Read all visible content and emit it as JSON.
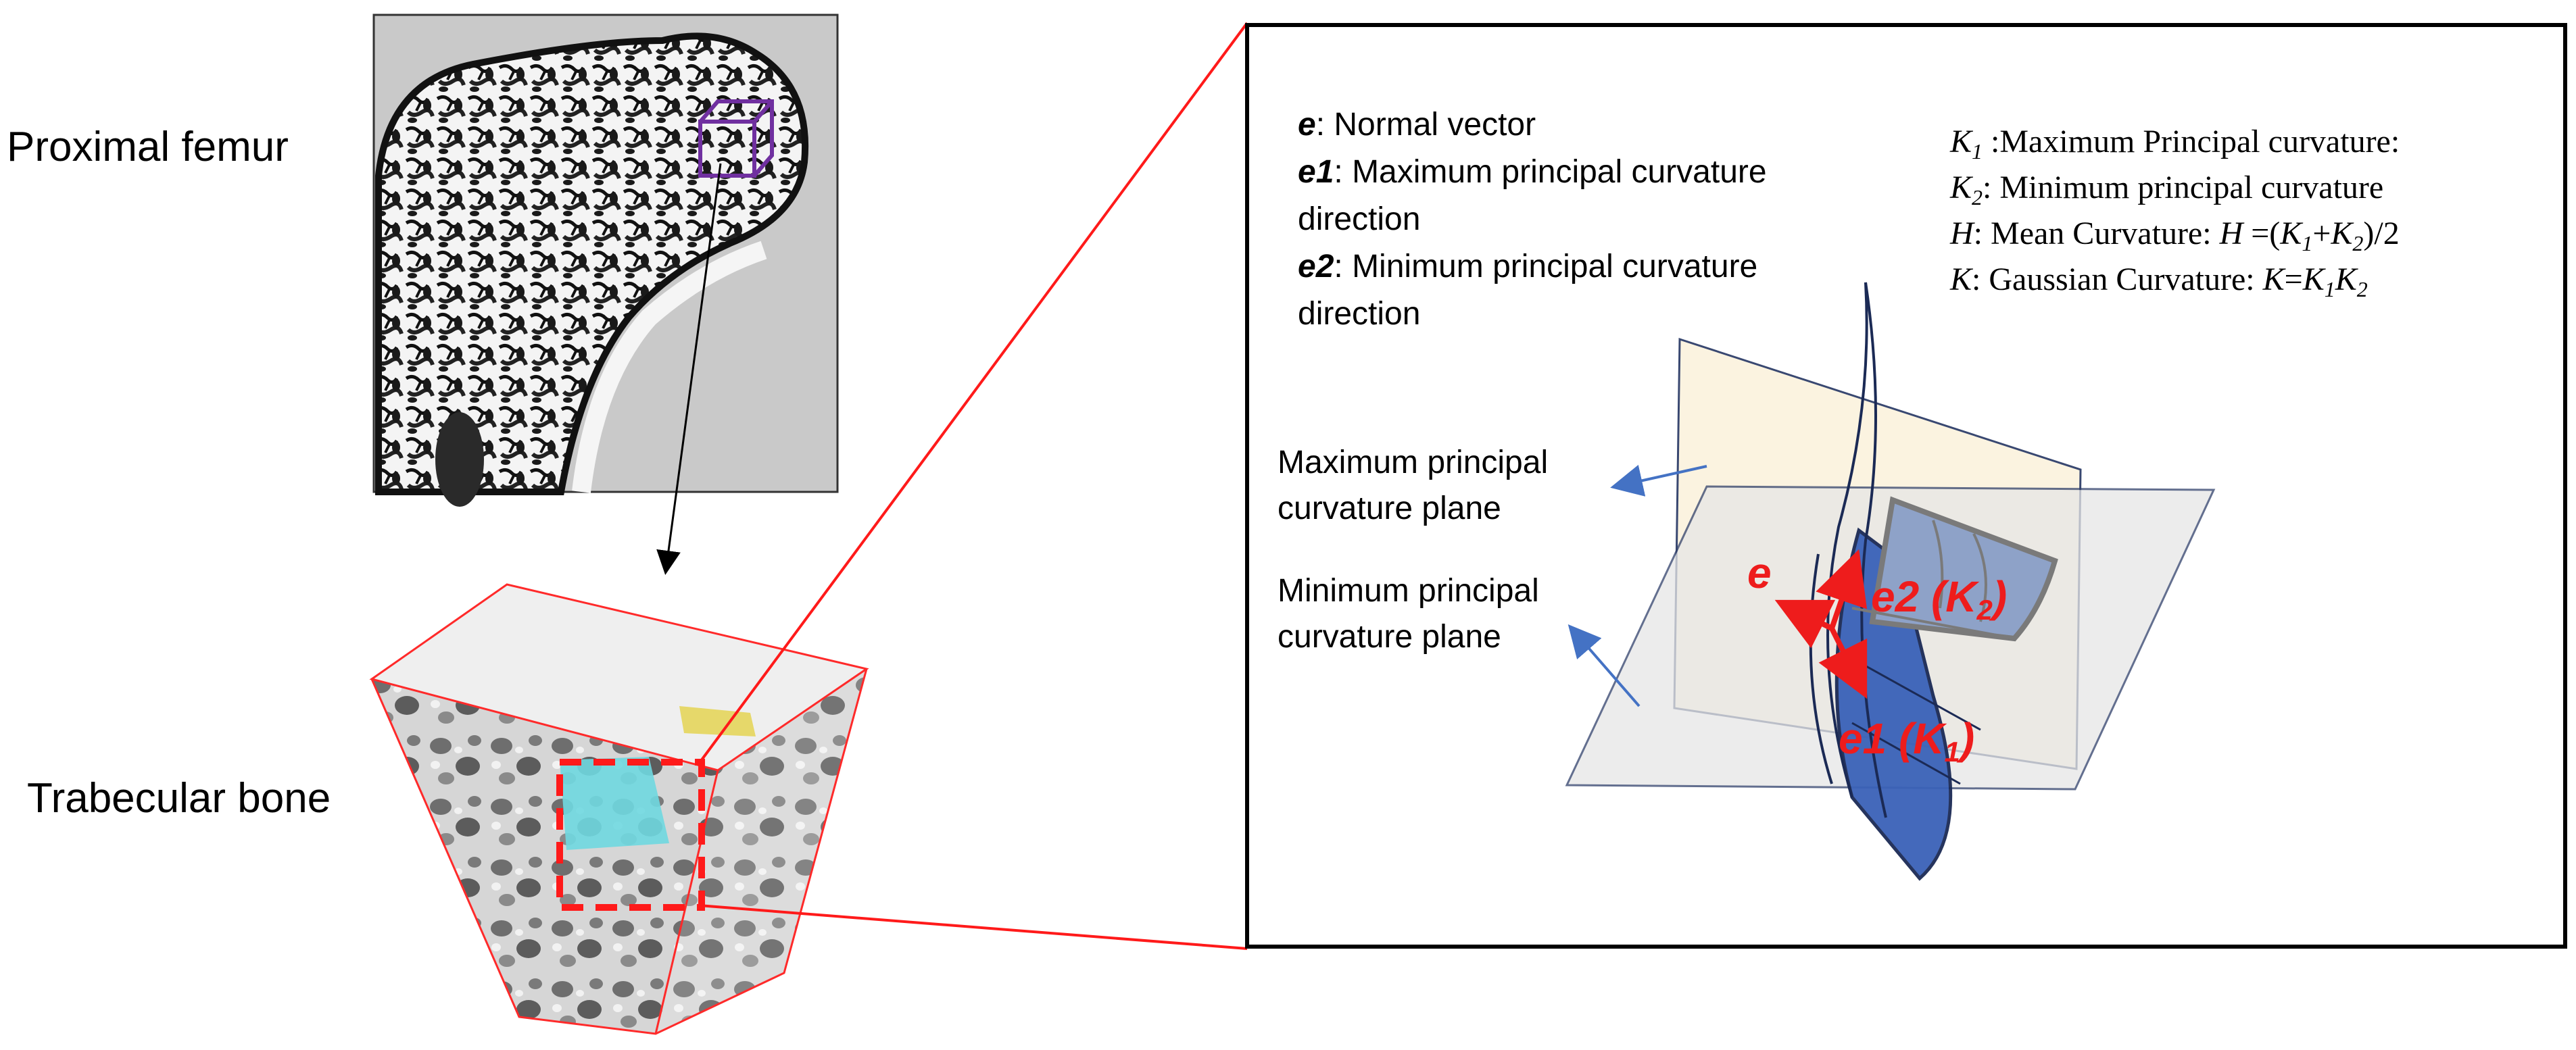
{
  "left_panel": {
    "femur_label": "Proximal femur",
    "trabecular_label": "Trabecular bone"
  },
  "legend_vectors": {
    "e_sym": "e",
    "e_text": ": Normal vector",
    "e1_sym": "e1",
    "e1_text_line1": ": Maximum principal curvature",
    "e1_text_line2": "direction",
    "e2_sym": "e2",
    "e2_text_line1": ": Minimum principal curvature",
    "e2_text_line2": "direction"
  },
  "legend_curvatures": {
    "k1_sym": "K",
    "k1_sub": "1",
    "k1_text": " :Maximum Principal curvature:",
    "k2_sym": "K",
    "k2_sub": "2",
    "k2_text": ": Minimum principal curvature",
    "h_sym": "H",
    "h_text": ": Mean Curvature: ",
    "h_formula_a": "H",
    "h_formula_b": " =(",
    "h_formula_k1": "K",
    "h_formula_1": "1",
    "h_formula_plus": "+",
    "h_formula_k2": "K",
    "h_formula_2": "2",
    "h_formula_end": ")/2",
    "k_sym": "K",
    "k_text": ": Gaussian Curvature: ",
    "k_formula_a": "K",
    "k_formula_eq": "=",
    "k_formula_k1": "K",
    "k_formula_1": "1",
    "k_formula_k2": "K",
    "k_formula_2": "2"
  },
  "plane_labels": {
    "max_line1": "Maximum principal",
    "max_line2": "curvature plane",
    "min_line1": "Minimum principal",
    "min_line2": "curvature plane"
  },
  "vector_labels": {
    "e": "e",
    "e2": "e2 (K",
    "e2_sub": "2",
    "e2_end": ")",
    "e1": "e1 (K",
    "e1_sub": "1",
    "e1_end": ")"
  },
  "colors": {
    "zoom_lines": "#ff1a1a",
    "roi_box": "#7030a0",
    "vector_red": "#ee1c1c",
    "arrow_blue": "#4472c4",
    "surface_blue": "#3a62b8",
    "surface_light": "#8ea2c8",
    "max_plane_fill": "#fbf3df",
    "min_plane_fill": "#e6e6e6",
    "cube_highlight": "#6fd8e0",
    "cube_yellow": "#e6d86a"
  }
}
